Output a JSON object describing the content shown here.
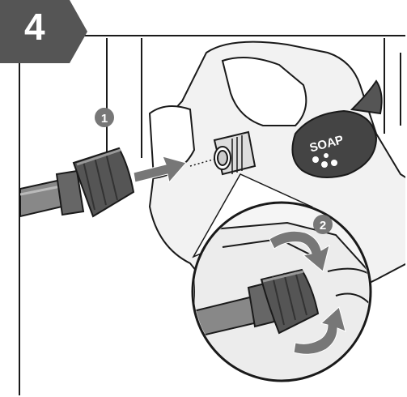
{
  "step": {
    "number": "4"
  },
  "callouts": [
    {
      "number": "1"
    },
    {
      "number": "2"
    }
  ],
  "labels": {
    "soap_cap": "SOAP"
  },
  "icons": [
    "hose-connector-icon",
    "arrow-right-icon",
    "rotate-arrows-icon"
  ],
  "colors": {
    "badge": "#555555",
    "callout": "#777777",
    "line": "#1a1a1a"
  }
}
